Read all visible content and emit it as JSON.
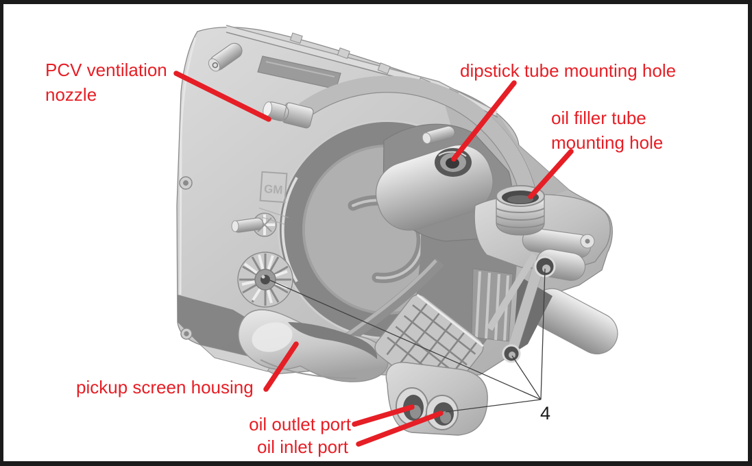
{
  "figure": {
    "labels": {
      "pcv": "PCV ventilation\nnozzle",
      "dipstick": "dipstick tube mounting hole",
      "oil_filler": "oil filler tube\nmounting hole",
      "pickup": "pickup screen housing",
      "oil_outlet": "oil outlet port",
      "oil_inlet": "oil inlet port",
      "count_callout": "4"
    },
    "embossed_logo": "GM",
    "colors": {
      "annotation_red": "#e61e25",
      "leader_line_dark": "#3f3f3f",
      "frame_black": "#1b1b1b",
      "background": "#ffffff",
      "part_light_gray": "#d6d6d6",
      "part_mid_gray": "#b7b7b7",
      "part_dark_gray": "#7a7a7a"
    }
  }
}
